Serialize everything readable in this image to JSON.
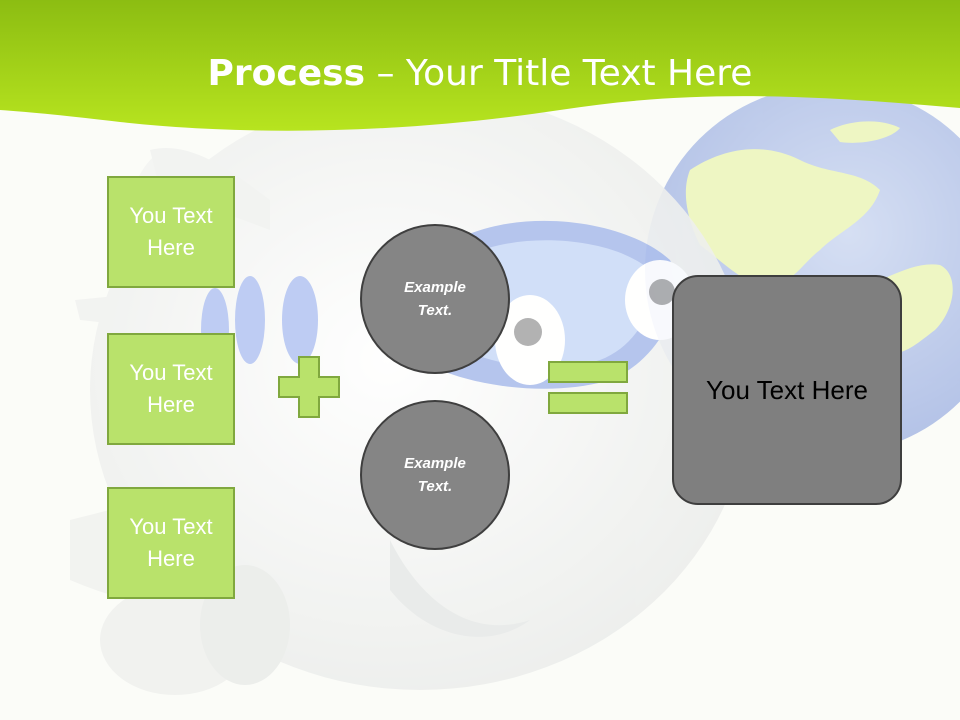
{
  "slide": {
    "title_bold": "Process",
    "title_rest": " – Your Title Text Here"
  },
  "left_boxes": [
    {
      "label": "You Text Here"
    },
    {
      "label": "You Text Here"
    },
    {
      "label": "You Text Here"
    }
  ],
  "circles": [
    {
      "label": "Example Text."
    },
    {
      "label": "Example Text."
    }
  ],
  "result": {
    "label": "You Text Here"
  },
  "operators": {
    "plus": "plus-icon",
    "equals": "equals-icon"
  },
  "colors": {
    "header_green": "#a6d82a",
    "box_fill": "#b9e26b",
    "box_border": "#80a83e",
    "circle_fill": "#858585",
    "result_fill": "#7f7f7f"
  }
}
